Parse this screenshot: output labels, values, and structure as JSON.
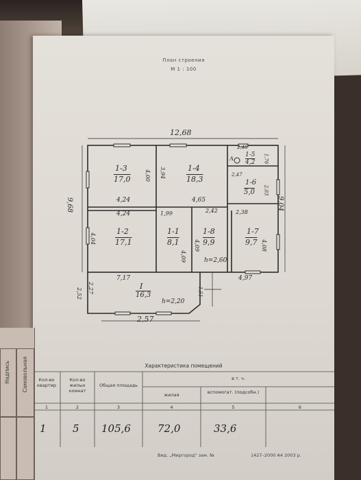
{
  "header": {
    "title": "План строения",
    "scale": "М 1 : 100"
  },
  "plan": {
    "overall_dims": {
      "top": "12,68",
      "left": "9,68",
      "right": "9,04",
      "bottom": "2,57"
    },
    "rooms": [
      {
        "id": "1-3",
        "area": "17,0"
      },
      {
        "id": "1-4",
        "area": "18,3"
      },
      {
        "id": "1-5",
        "area": "4,2"
      },
      {
        "id": "1-6",
        "area": "5,0"
      },
      {
        "id": "1-2",
        "area": "17,1"
      },
      {
        "id": "1-1",
        "area": "8,1"
      },
      {
        "id": "1-8",
        "area": "9,9"
      },
      {
        "id": "1-7",
        "area": "9,7"
      },
      {
        "id": "I",
        "area": "16,3"
      }
    ],
    "dims": {
      "r13_h": "4,00",
      "r13_w": "4,24",
      "r14_h": "3,94",
      "r14_w": "4,65",
      "r15_w": "2,46",
      "r15_h": "1,76",
      "r16_w": "2,47",
      "r16_h": "2,03",
      "r12_w": "4,24",
      "r12_h": "4,04",
      "r11_w": "1,99",
      "r11_h": "4,09",
      "r18_w": "2,42",
      "r18_h": "4,09",
      "r17_w": "2,38",
      "r17_h": "4,08",
      "ceiling_inner": "h=2,60",
      "rI_w": "7,17",
      "rI_h1": "2,52",
      "rI_h2": "2,27",
      "rI_ceiling": "h=2,20",
      "rI_small": "1,51",
      "bottom_right": "4,97"
    },
    "boiler_symbol": "А"
  },
  "table": {
    "title": "Характеристика помещений",
    "headers": {
      "c1": "Кол-во квартир",
      "c2": "Кол-во жилых комнат",
      "c3": "Общая площадь",
      "group": "в т. ч.",
      "c4": "жилая",
      "c5": "вспомогат. (подсобн.)",
      "c6": ""
    },
    "column_numbers": [
      "1",
      "2",
      "3",
      "4",
      "5",
      "6"
    ],
    "values": {
      "c1": "1",
      "c2": "5",
      "c3": "105,6",
      "c4": "72,0",
      "c5": "33,6",
      "c6": ""
    }
  },
  "left_strip": {
    "label_top": "Надпись",
    "label_bottom": "Самовольная"
  },
  "footer": {
    "publisher": "Вид. „Миргород\" зам. №",
    "code": "1427–2000 А4 2003 р."
  }
}
